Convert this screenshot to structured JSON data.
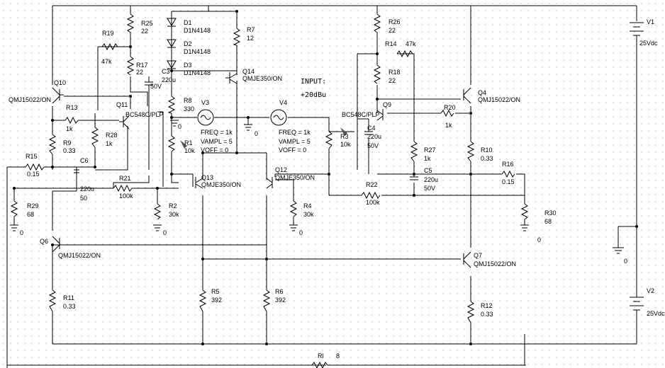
{
  "note": {
    "line1": "INPUT:",
    "line2": "+20dBu"
  },
  "parts": {
    "R25": {
      "ref": "R25",
      "val": "22"
    },
    "R19": {
      "ref": "R19",
      "val": "47k"
    },
    "R17": {
      "ref": "R17",
      "val": "22"
    },
    "D1": {
      "ref": "D1",
      "val": "D1N4148"
    },
    "D2": {
      "ref": "D2",
      "val": "D1N4148"
    },
    "D3": {
      "ref": "D3",
      "val": "D1N4148"
    },
    "R7": {
      "ref": "R7",
      "val": "12"
    },
    "C3": {
      "ref": "C3",
      "val": "220u",
      "extra": "50V"
    },
    "Q14": {
      "ref": "Q14",
      "val": "QMJE350/ON"
    },
    "R8": {
      "ref": "R8",
      "val": "330"
    },
    "V3": {
      "ref": "V3",
      "lines": [
        "FREQ = 1k",
        "VAMPL = 5",
        "VOFF = 0"
      ]
    },
    "V4": {
      "ref": "V4",
      "lines": [
        "FREQ = 1k",
        "VAMPL = 5",
        "VOFF = 0"
      ]
    },
    "R1": {
      "ref": "R1",
      "val": "10k"
    },
    "R3": {
      "ref": "R3",
      "val": "10k"
    },
    "Q10": {
      "ref": "Q10",
      "val": "QMJ15022/ON"
    },
    "R13": {
      "ref": "R13",
      "val": "1k"
    },
    "Q11": {
      "ref": "Q11",
      "val": "BC548C/PLP"
    },
    "R28": {
      "ref": "R28",
      "val": "1k"
    },
    "R9": {
      "ref": "R9",
      "val": "0.33"
    },
    "R15": {
      "ref": "R15",
      "val": "0.15"
    },
    "C6": {
      "ref": "C6",
      "val": "220u",
      "extra": "50"
    },
    "R21": {
      "ref": "R21",
      "val": "100k"
    },
    "R29": {
      "ref": "R29",
      "val": "68"
    },
    "R2": {
      "ref": "R2",
      "val": "30k"
    },
    "Q13": {
      "ref": "Q13",
      "val": "QMJE350/ON"
    },
    "Q12": {
      "ref": "Q12",
      "val": "QMJE350/ON"
    },
    "R4": {
      "ref": "R4",
      "val": "30k"
    },
    "Q6": {
      "ref": "Q6",
      "val": "QMJ15022/ON"
    },
    "R11": {
      "ref": "R11",
      "val": "0.33"
    },
    "R5": {
      "ref": "R5",
      "val": "392"
    },
    "R6": {
      "ref": "R6",
      "val": "392"
    },
    "R26": {
      "ref": "R26",
      "val": "22"
    },
    "R14": {
      "ref": "R14",
      "val": "47k"
    },
    "R18": {
      "ref": "R18",
      "val": "22"
    },
    "Q9": {
      "ref": "Q9",
      "val": "BC548C/PLP"
    },
    "C4": {
      "ref": "C4",
      "val": "220u",
      "extra": "50V"
    },
    "R20": {
      "ref": "R20",
      "val": "1k"
    },
    "Q4": {
      "ref": "Q4",
      "val": "QMJ15022/ON"
    },
    "R27": {
      "ref": "R27",
      "val": "1k"
    },
    "R10": {
      "ref": "R10",
      "val": "0.33"
    },
    "C5": {
      "ref": "C5",
      "val": "220u",
      "extra": "50V"
    },
    "R16": {
      "ref": "R16",
      "val": "0.15"
    },
    "R22": {
      "ref": "R22",
      "val": "100k"
    },
    "R30": {
      "ref": "R30",
      "val": "68"
    },
    "Q7": {
      "ref": "Q7",
      "val": "QMJ15022/ON"
    },
    "R12": {
      "ref": "R12",
      "val": "0.33"
    },
    "V1": {
      "ref": "V1",
      "val": "25Vdc"
    },
    "V2": {
      "ref": "V2",
      "val": "25Vdc"
    },
    "RL": {
      "ref": "Rl",
      "val": "8"
    }
  },
  "grounds": {
    "label": "0"
  }
}
